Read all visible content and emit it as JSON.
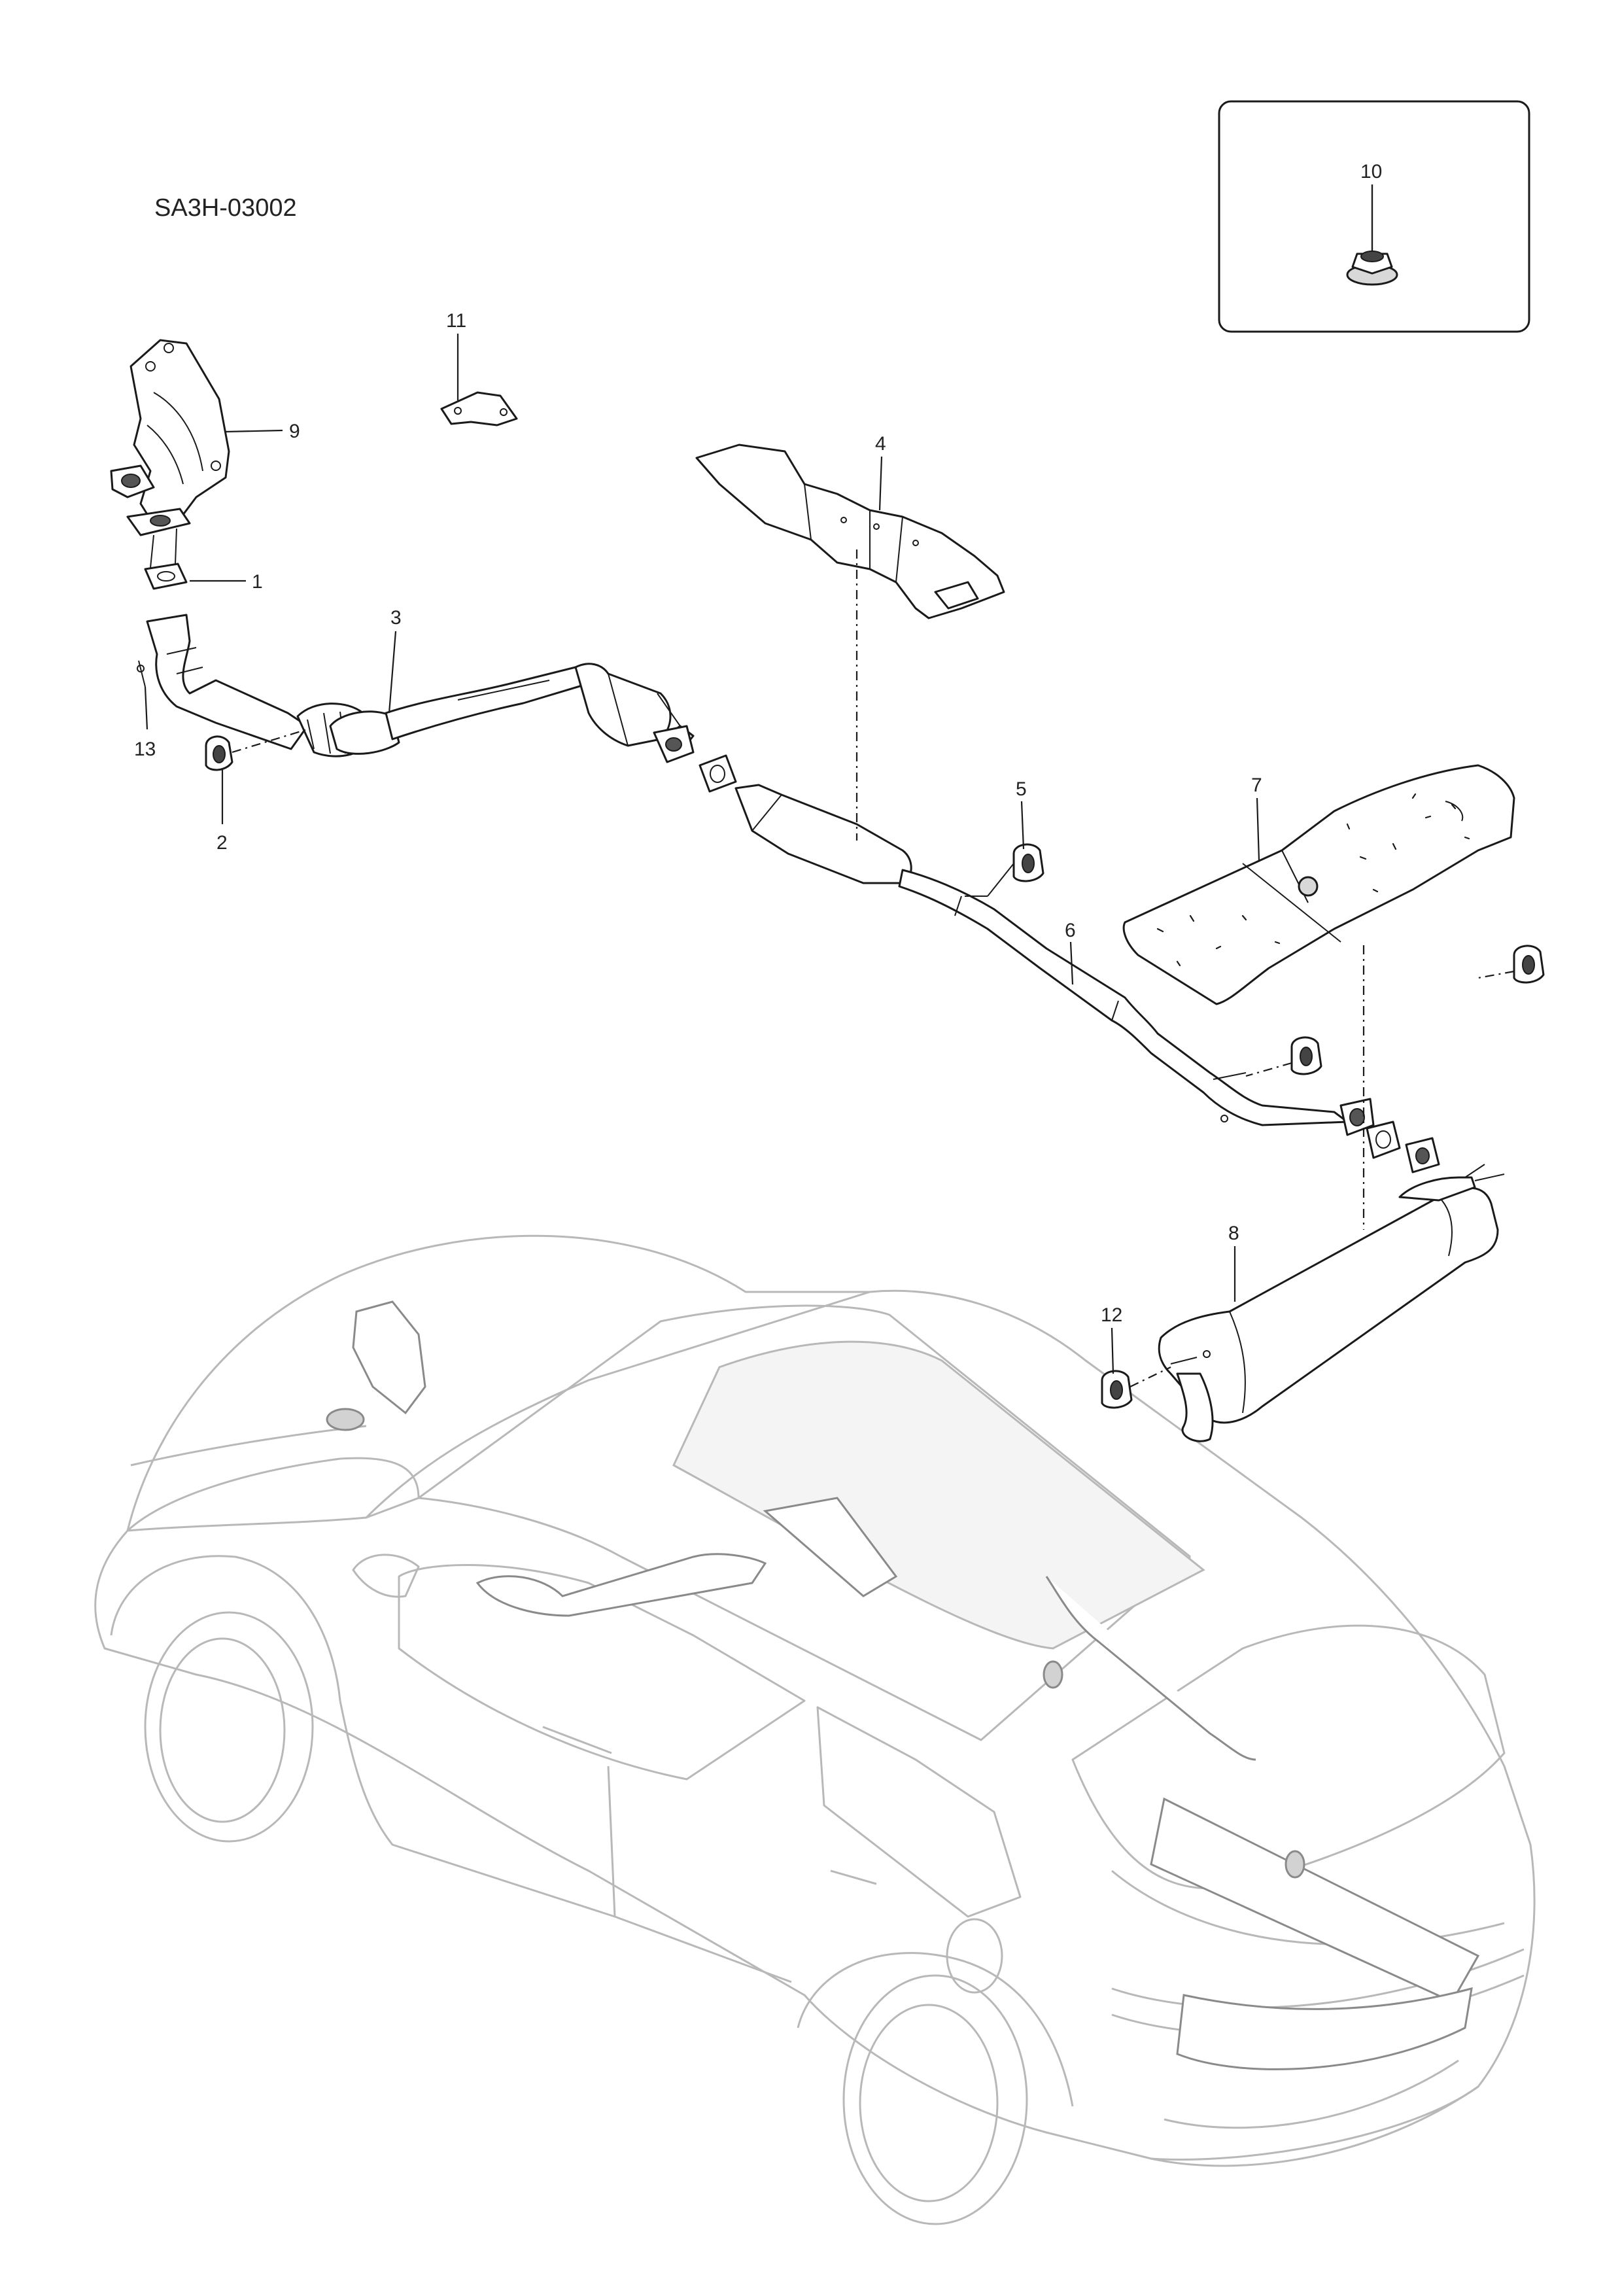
{
  "diagram_code": "SA3H-03002",
  "callouts": [
    {
      "id": "1",
      "label": "1"
    },
    {
      "id": "2",
      "label": "2"
    },
    {
      "id": "3",
      "label": "3"
    },
    {
      "id": "4",
      "label": "4"
    },
    {
      "id": "5",
      "label": "5"
    },
    {
      "id": "6",
      "label": "6"
    },
    {
      "id": "7",
      "label": "7"
    },
    {
      "id": "8",
      "label": "8"
    },
    {
      "id": "9",
      "label": "9"
    },
    {
      "id": "10",
      "label": "10"
    },
    {
      "id": "11",
      "label": "11"
    },
    {
      "id": "12",
      "label": "12"
    },
    {
      "id": "13",
      "label": "13"
    }
  ]
}
